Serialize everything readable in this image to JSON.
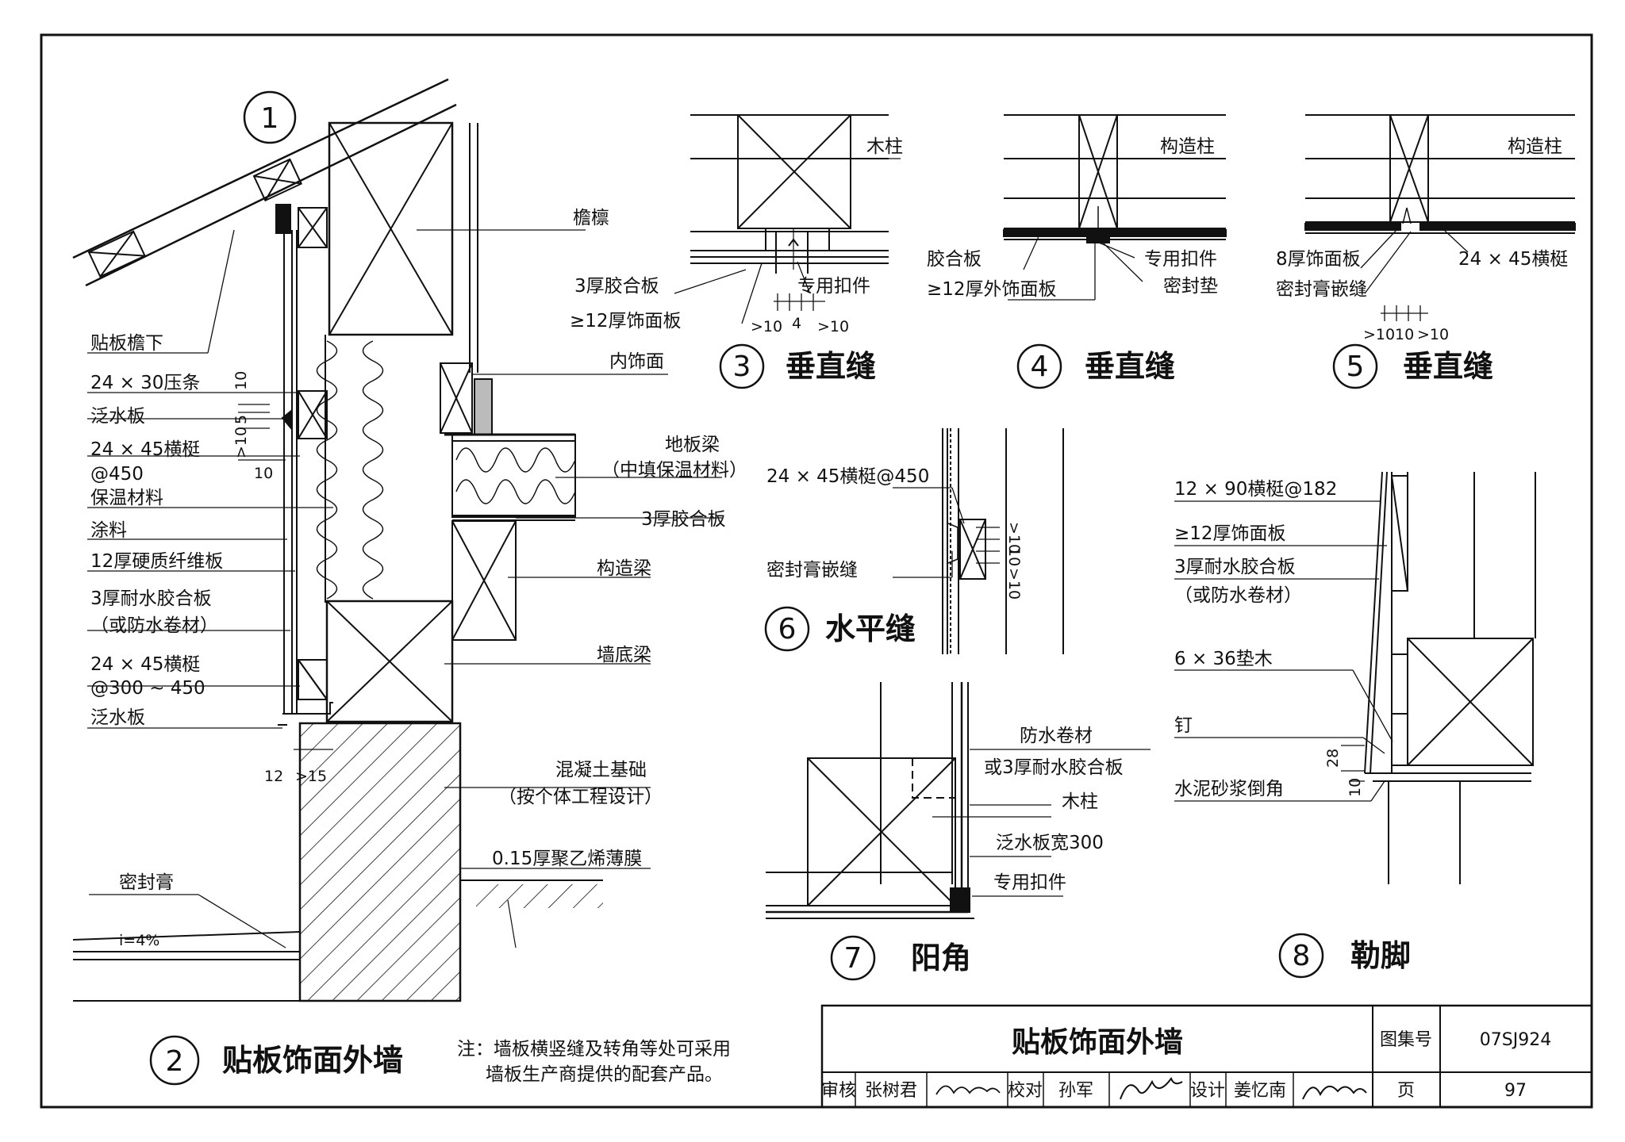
{
  "detail1": {
    "id": "1",
    "labels": {
      "eave_purlin": "檐檩",
      "under_eave": "贴板檐下",
      "strip": "24 × 30压条",
      "flashing_top": "泛水板",
      "batten_450": "24 × 45横梃",
      "batten_450_spacing": "@450",
      "insulation": "保温材料",
      "coating": "涂料",
      "fiber_board": "12厚硬质纤维板",
      "plywood_wp": "3厚耐水胶合板",
      "plywood_wp_alt": "（或防水卷材）",
      "batten_300": "24 × 45横梃",
      "batten_300_spacing": "@300 ~ 450",
      "flashing_bottom": "泛水板",
      "interior_finish": "内饰面",
      "floor_beam": "地板梁",
      "floor_beam_note": "（中填保温材料）",
      "plywood_3": "3厚胶合板",
      "struct_beam": "构造梁",
      "sill_beam": "墙底梁",
      "foundation": "混凝土基础",
      "foundation_note": "（按个体工程设计）",
      "pe_film": "0.15厚聚乙烯薄膜",
      "sealant": "密封膏",
      "slope": "i=4%"
    },
    "dims": {
      "d10a": "10",
      "d5": "5",
      "d10b": ">10",
      "d10c": "10",
      "d12": "12",
      "d15": ">15"
    }
  },
  "detail2": {
    "id": "2",
    "title": "贴板饰面外墙"
  },
  "detail3": {
    "id": "3",
    "title": "垂直缝",
    "labels": {
      "post": "木柱",
      "plywood": "3厚胶合板",
      "board": "≥12厚饰面板",
      "fastener": "专用扣件"
    },
    "dims": {
      "a": ">10",
      "b": "4",
      "c": ">10"
    }
  },
  "detail4": {
    "id": "4",
    "title": "垂直缝",
    "labels": {
      "post": "构造柱",
      "plywood": "胶合板",
      "board": "≥12厚外饰面板",
      "fastener": "专用扣件",
      "gasket": "密封垫"
    }
  },
  "detail5": {
    "id": "5",
    "title": "垂直缝",
    "labels": {
      "post": "构造柱",
      "board": "8厚饰面板",
      "sealant": "密封膏嵌缝",
      "batten": "24 × 45横梃"
    },
    "dims": {
      "a": ">10",
      "b": "10",
      "c": ">10"
    }
  },
  "detail6": {
    "id": "6",
    "title": "水平缝",
    "labels": {
      "batten": "24 × 45横梃@450",
      "sealant": "密封膏嵌缝"
    },
    "dims": {
      "a": ">10",
      "b": "10",
      "c": ">10"
    }
  },
  "detail7": {
    "id": "7",
    "title": "阳角",
    "labels": {
      "membrane": "防水卷材",
      "membrane_alt": "或3厚耐水胶合板",
      "post": "木柱",
      "flashing": "泛水板宽300",
      "fastener": "专用扣件"
    }
  },
  "detail8": {
    "id": "8",
    "title": "勒脚",
    "labels": {
      "batten": "12 × 90横梃@182",
      "board": "≥12厚饰面板",
      "plywood": "3厚耐水胶合板",
      "plywood_alt": "（或防水卷材）",
      "shim": "6 × 36垫木",
      "nail": "钉",
      "mortar": "水泥砂浆倒角"
    },
    "dims": {
      "a": "28",
      "b": "10"
    }
  },
  "note": {
    "line1": "注：墙板横竖缝及转角等处可采用",
    "line2": "墙板生产商提供的配套产品。"
  },
  "titleblock": {
    "title": "贴板饰面外墙",
    "atlas_label": "图集号",
    "atlas_no": "07SJ924",
    "review_label": "审核",
    "reviewer": "张树君",
    "check_label": "校对",
    "checker": "孙军",
    "design_label": "设计",
    "designer": "姜忆南",
    "page_label": "页",
    "page_no": "97"
  }
}
